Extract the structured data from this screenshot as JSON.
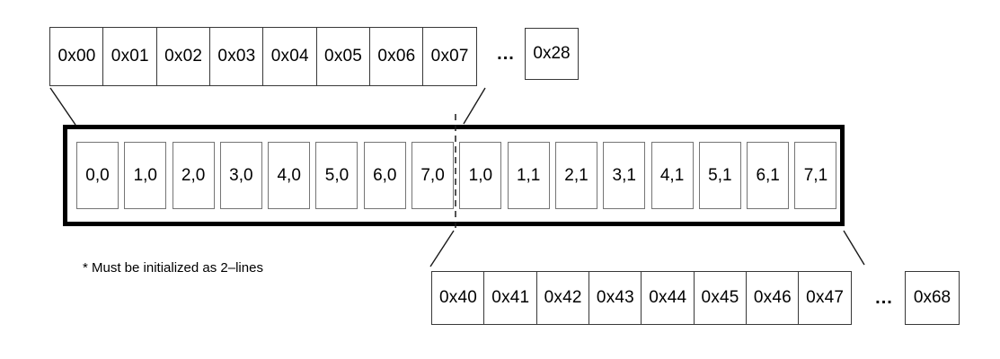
{
  "top_row": {
    "cells": [
      "0x00",
      "0x01",
      "0x02",
      "0x03",
      "0x04",
      "0x05",
      "0x06",
      "0x07"
    ],
    "ellipsis": "...",
    "tail_cell": "0x28"
  },
  "matrix": {
    "cells": [
      "0,0",
      "1,0",
      "2,0",
      "3,0",
      "4,0",
      "5,0",
      "6,0",
      "7,0",
      "1,0",
      "1,1",
      "2,1",
      "3,1",
      "4,1",
      "5,1",
      "6,1",
      "7,1"
    ]
  },
  "bottom_row": {
    "cells": [
      "0x40",
      "0x41",
      "0x42",
      "0x43",
      "0x44",
      "0x45",
      "0x46",
      "0x47"
    ],
    "ellipsis": "...",
    "tail_cell": "0x68"
  },
  "footnote": "* Must be initialized as 2–lines",
  "colors": {
    "background": "#ffffff",
    "text": "#000000",
    "row_border": "#383838",
    "matrix_cell_border": "#757575",
    "frame_border": "#000000",
    "connector_line": "#1a1a1a"
  }
}
